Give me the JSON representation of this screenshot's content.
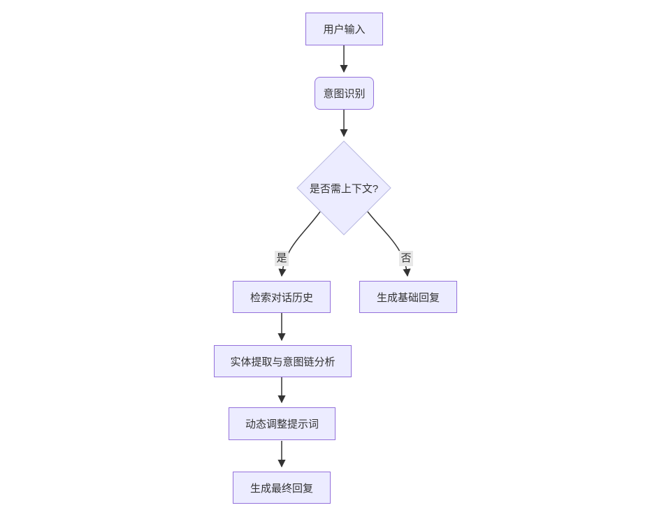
{
  "diagram": {
    "type": "flowchart",
    "direction": "top-down",
    "nodes": [
      {
        "id": "A",
        "label": "用户输入",
        "shape": "rectangle"
      },
      {
        "id": "B",
        "label": "意图识别",
        "shape": "rounded-rectangle"
      },
      {
        "id": "C",
        "label": "是否需上下文?",
        "shape": "diamond"
      },
      {
        "id": "D",
        "label": "检索对话历史",
        "shape": "rectangle"
      },
      {
        "id": "E",
        "label": "生成基础回复",
        "shape": "rectangle"
      },
      {
        "id": "F",
        "label": "实体提取与意图链分析",
        "shape": "rectangle"
      },
      {
        "id": "G",
        "label": "动态调整提示词",
        "shape": "rectangle"
      },
      {
        "id": "H",
        "label": "生成最终回复",
        "shape": "rectangle"
      }
    ],
    "edges": [
      {
        "from": "用户输入",
        "to": "意图识别",
        "label": ""
      },
      {
        "from": "意图识别",
        "to": "是否需上下文?",
        "label": ""
      },
      {
        "from": "是否需上下文?",
        "to": "检索对话历史",
        "label": "是"
      },
      {
        "from": "是否需上下文?",
        "to": "生成基础回复",
        "label": "否"
      },
      {
        "from": "检索对话历史",
        "to": "实体提取与意图链分析",
        "label": ""
      },
      {
        "from": "实体提取与意图链分析",
        "to": "动态调整提示词",
        "label": ""
      },
      {
        "from": "动态调整提示词",
        "to": "生成最终回复",
        "label": ""
      }
    ],
    "colors": {
      "node_fill": "#ececff",
      "node_border": "#9370db",
      "diamond_border": "#b8b8e0",
      "edge_line": "#333333",
      "edge_label_bg": "#e8e8e8",
      "text": "#333333",
      "background": "#ffffff"
    }
  }
}
